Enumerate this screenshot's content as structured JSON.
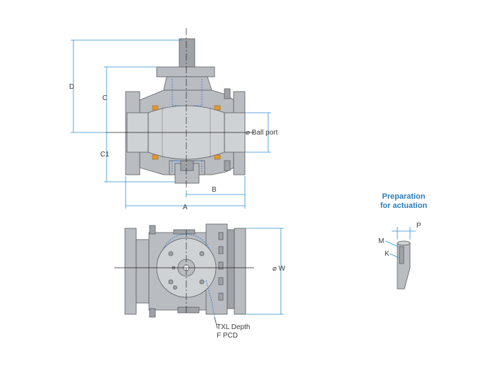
{
  "labels": {
    "dim_a": "A",
    "dim_b": "B",
    "dim_c": "C",
    "dim_c1": "C1",
    "dim_d": "D",
    "ball_port": "⌀ Ball port",
    "dim_w": "⌀ W",
    "txl_depth": "TXL Depth",
    "f_pcd": "F PCD",
    "prep_line1": "Preparation",
    "prep_line2": "for actuation",
    "dim_m": "M",
    "dim_k": "K",
    "dim_p": "P"
  },
  "colors": {
    "dimension_line": "#2a8fd0",
    "body_metal": "#b9bcc0",
    "seal": "#e39a2c",
    "heading": "#2a7db8"
  }
}
